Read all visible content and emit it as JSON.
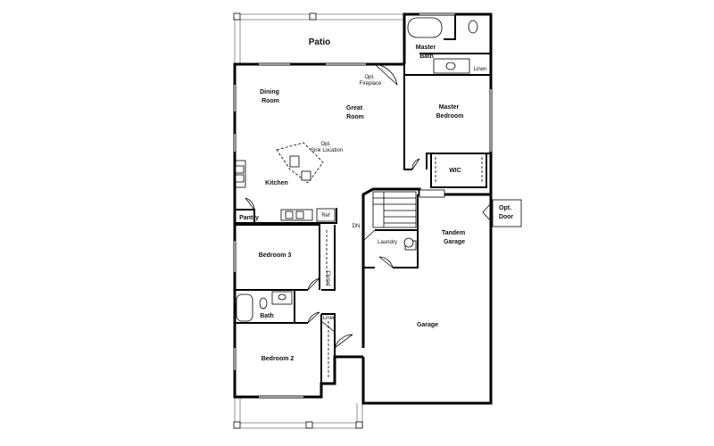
{
  "rooms": {
    "patio": "Patio",
    "master_bath_1": "Master",
    "master_bath_2": "Bath",
    "dining_1": "Dining",
    "dining_2": "Room",
    "fireplace_1": "Opt.",
    "fireplace_2": "Fireplace",
    "great_1": "Great",
    "great_2": "Room",
    "master_bed_1": "Master",
    "master_bed_2": "Bedroom",
    "sink_1": "Opt.",
    "sink_2": "Sink Location",
    "kitchen": "Kitchen",
    "wic": "WIC",
    "pantry": "Pantry",
    "ref": "Ref",
    "dn": "DN",
    "opt_door_1": "Opt.",
    "opt_door_2": "Door",
    "tandem_1": "Tandem",
    "tandem_2": "Garage",
    "laundry": "Laundry",
    "bedroom3": "Bedroom 3",
    "closet": "Closet",
    "bath": "Bath",
    "linen": "Linen",
    "linen2": "Linen",
    "bedroom2": "Bedroom 2",
    "garage": "Garage"
  },
  "icons": {
    "door_swing": "door-swing-icon",
    "tub": "bathtub-icon",
    "toilet": "toilet-icon",
    "sink": "sink-icon",
    "stair": "stair-icon"
  }
}
